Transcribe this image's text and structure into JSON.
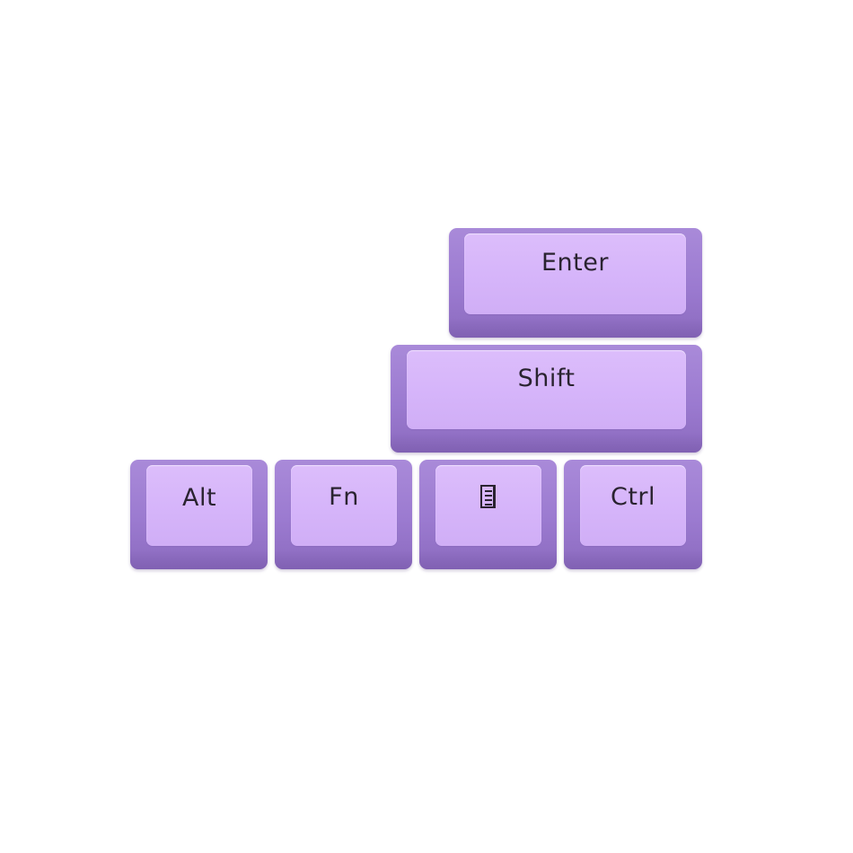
{
  "keycaps": {
    "enter": {
      "legend": "Enter"
    },
    "shift": {
      "legend": "Shift"
    },
    "alt": {
      "legend": "Alt"
    },
    "fn": {
      "legend": "Fn"
    },
    "menu": {
      "legend": "",
      "icon": "menu-icon"
    },
    "ctrl": {
      "legend": "Ctrl"
    }
  },
  "colors": {
    "background": "#ffffff",
    "keycap_top": "#d6b5fa",
    "keycap_side": "#9b7ad0",
    "legend": "#2a2330"
  }
}
